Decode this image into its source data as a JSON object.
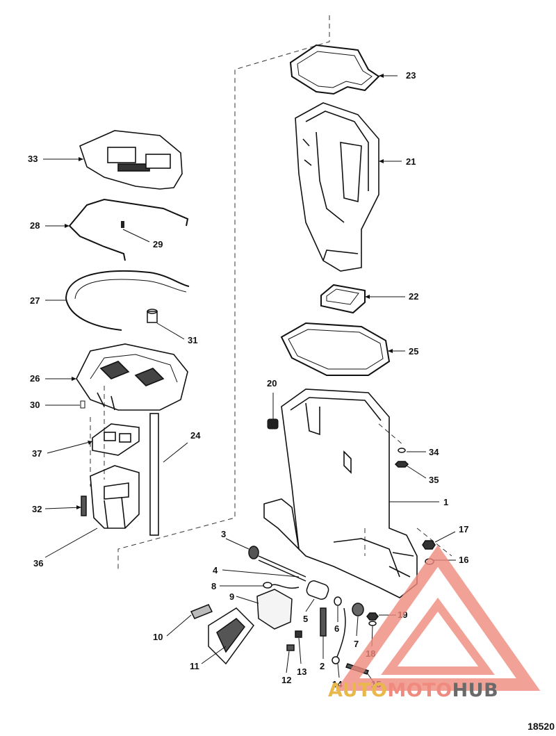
{
  "diagram": {
    "callouts": [
      {
        "id": "c1",
        "label": "1"
      },
      {
        "id": "c2",
        "label": "2"
      },
      {
        "id": "c3",
        "label": "3"
      },
      {
        "id": "c4",
        "label": "4"
      },
      {
        "id": "c5",
        "label": "5"
      },
      {
        "id": "c6",
        "label": "6"
      },
      {
        "id": "c7",
        "label": "7"
      },
      {
        "id": "c8",
        "label": "8"
      },
      {
        "id": "c9",
        "label": "9"
      },
      {
        "id": "c10",
        "label": "10"
      },
      {
        "id": "c11",
        "label": "11"
      },
      {
        "id": "c12",
        "label": "12"
      },
      {
        "id": "c13",
        "label": "13"
      },
      {
        "id": "c14",
        "label": "14"
      },
      {
        "id": "c15",
        "label": "15"
      },
      {
        "id": "c16",
        "label": "16"
      },
      {
        "id": "c17",
        "label": "17"
      },
      {
        "id": "c18",
        "label": "18"
      },
      {
        "id": "c19",
        "label": "19"
      },
      {
        "id": "c20",
        "label": "20"
      },
      {
        "id": "c21",
        "label": "21"
      },
      {
        "id": "c22",
        "label": "22"
      },
      {
        "id": "c23",
        "label": "23"
      },
      {
        "id": "c24",
        "label": "24"
      },
      {
        "id": "c25",
        "label": "25"
      },
      {
        "id": "c26",
        "label": "26"
      },
      {
        "id": "c27",
        "label": "27"
      },
      {
        "id": "c28",
        "label": "28"
      },
      {
        "id": "c29",
        "label": "29"
      },
      {
        "id": "c30",
        "label": "30"
      },
      {
        "id": "c31",
        "label": "31"
      },
      {
        "id": "c32",
        "label": "32"
      },
      {
        "id": "c33",
        "label": "33"
      },
      {
        "id": "c34",
        "label": "34"
      },
      {
        "id": "c35",
        "label": "35"
      },
      {
        "id": "c36",
        "label": "36"
      },
      {
        "id": "c37",
        "label": "37"
      }
    ],
    "reference_number": "18520"
  },
  "watermark": {
    "brand_part1": "AUTO",
    "brand_part2": "MOTO",
    "brand_part3": "HUB",
    "color_primary": "#f08a7e",
    "color_secondary": "#e8b84a",
    "color_dark": "#6a6a6a",
    "icon": "triangle-logo-icon"
  }
}
